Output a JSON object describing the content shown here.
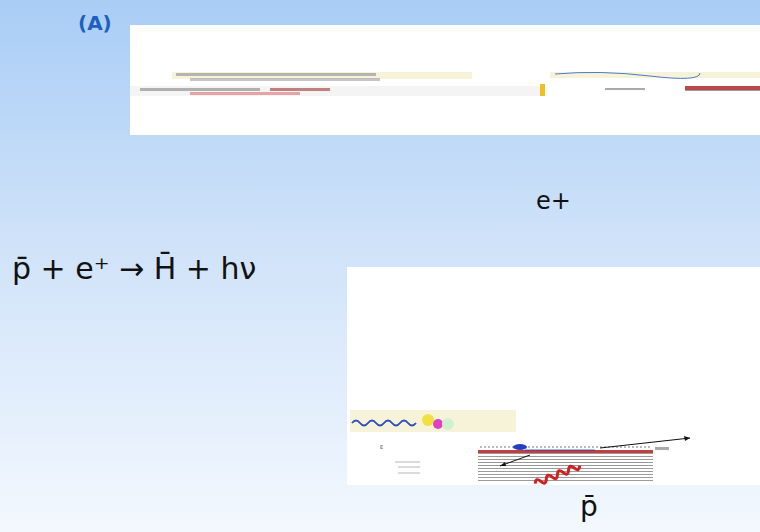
{
  "diagram": {
    "labels": [
      "(A)",
      "p̄ + e⁺ → H̄ + hν",
      "e+",
      "p̄"
    ]
  }
}
